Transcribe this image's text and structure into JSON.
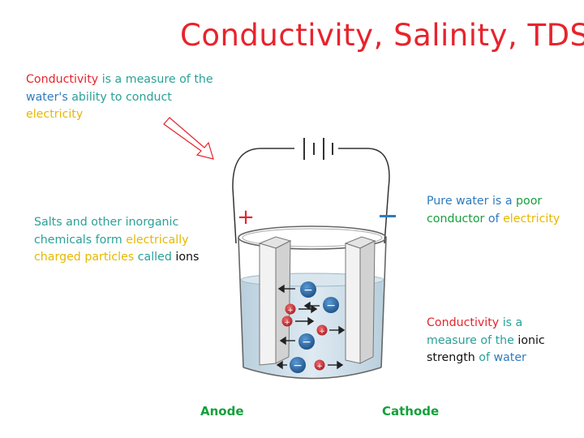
{
  "title": "Conductivity, Salinity, TDS",
  "note_conductivity": {
    "term": "Conductivity",
    "part2": " is a measure of the ",
    "water": "water's",
    "part3": " ability to conduct ",
    "electricity": "electricity"
  },
  "note_salts": {
    "part1": "Salts and other inorganic chemicals form ",
    "charged": "electrically charged particles",
    "part2": " called ",
    "ions": "ions"
  },
  "note_pure": {
    "part1": "Pure water is a ",
    "poor": "poor conductor",
    "part2": " of ",
    "electricity": "electricity"
  },
  "note_ionic": {
    "term": "Conductivity",
    "part2": " is a measure of the ",
    "ionic": "ionic strength",
    "part3": " of ",
    "water": "water"
  },
  "labels": {
    "plus": "+",
    "minus": "−",
    "anode": "Anode",
    "cathode": "Cathode",
    "ion_plus": "+",
    "ion_minus": "−"
  },
  "colors": {
    "red": "#e8232c",
    "teal": "#2aa198",
    "blue": "#2f7bbd",
    "gold": "#e6b800",
    "green": "#13a13a",
    "ion_negative": "#1f5d96",
    "ion_positive": "#c9262c",
    "water": "#c9dbe7"
  }
}
